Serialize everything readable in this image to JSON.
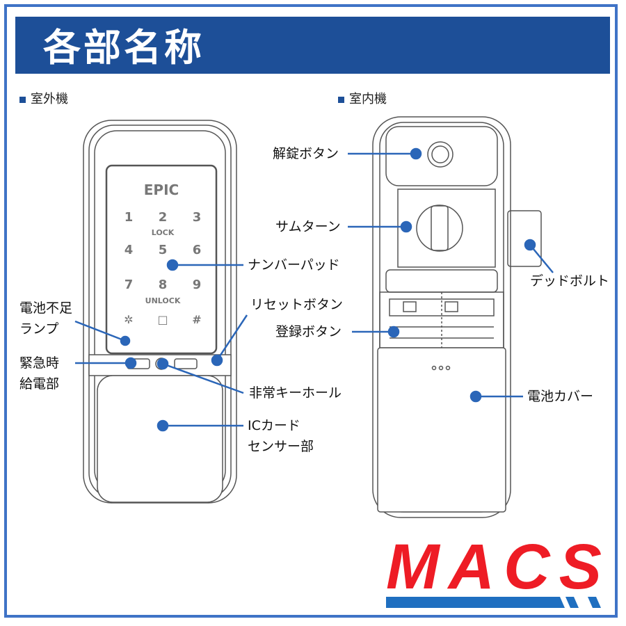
{
  "header": {
    "title": "各部名称"
  },
  "sections": {
    "outdoor": "室外機",
    "indoor": "室内機"
  },
  "outdoor_unit": {
    "brand": "EPIC",
    "keypad": {
      "row1": [
        "1",
        "2",
        "3"
      ],
      "lock": "LOCK",
      "row2": [
        "4",
        "5",
        "6"
      ],
      "row3": [
        "7",
        "8",
        "9"
      ],
      "unlock": "UNLOCK",
      "row4": [
        "✲",
        "□",
        "#"
      ]
    },
    "labels": {
      "battery_low_1": "電池不足",
      "battery_low_2": "ランプ",
      "emergency_1": "緊急時",
      "emergency_2": "給電部",
      "numberpad": "ナンバーパッド",
      "reset": "リセットボタン",
      "keyhole": "非常キーホール",
      "ic_1": "ICカード",
      "ic_2": "センサー部"
    }
  },
  "indoor_unit": {
    "labels": {
      "unlock_button": "解錠ボタン",
      "thumbturn": "サムターン",
      "register": "登録ボタン",
      "deadbolt": "デッドボルト",
      "battery_cover": "電池カバー"
    }
  },
  "logo": {
    "text": "MACS",
    "red": "#ee1c25",
    "blue": "#1f6fc0"
  },
  "colors": {
    "title_bar": "#1d4f98",
    "frame": "#3f73c6",
    "pointer": "#2b66b8"
  }
}
